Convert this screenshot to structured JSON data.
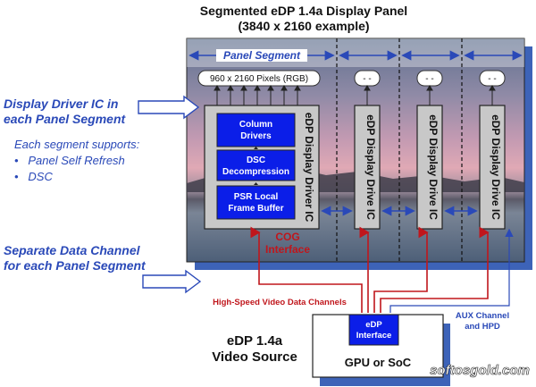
{
  "title_line1": "Segmented eDP 1.4a Display Panel",
  "title_line2": "(3840 x 2160 example)",
  "panel_segment_label": "Panel Segment",
  "pixels_label": "960 x 2160 Pixels (RGB)",
  "segment_placeholder": "- -",
  "driver_ic_main": "eDP Display Driver IC",
  "driver_ic_other": "eDP Display Drive IC",
  "blocks": [
    "Column Drivers",
    "DSC Decompression",
    "PSR Local Frame Buffer"
  ],
  "cog_interface": "COG Interface",
  "left_heading1": "Display Driver IC in each Panel Segment",
  "left_sub": "Each segment supports:",
  "left_bullets": [
    "Panel Self Refresh",
    "DSC"
  ],
  "left_heading2": "Separate Data Channel for each Panel Segment",
  "high_speed_label": "High-Speed Video Data Channels",
  "aux_label": "AUX Channel and HPD",
  "source_title": "eDP 1.4a Video Source",
  "gpu_label": "GPU or SoC",
  "edp_interface": "eDP Interface",
  "watermark": "softosgold.com",
  "colors": {
    "block_blue": "#0b1ee8",
    "text_blue": "#2a49b8",
    "arrow_red": "#c0161c",
    "shadow_blue": "#3d63b8"
  }
}
